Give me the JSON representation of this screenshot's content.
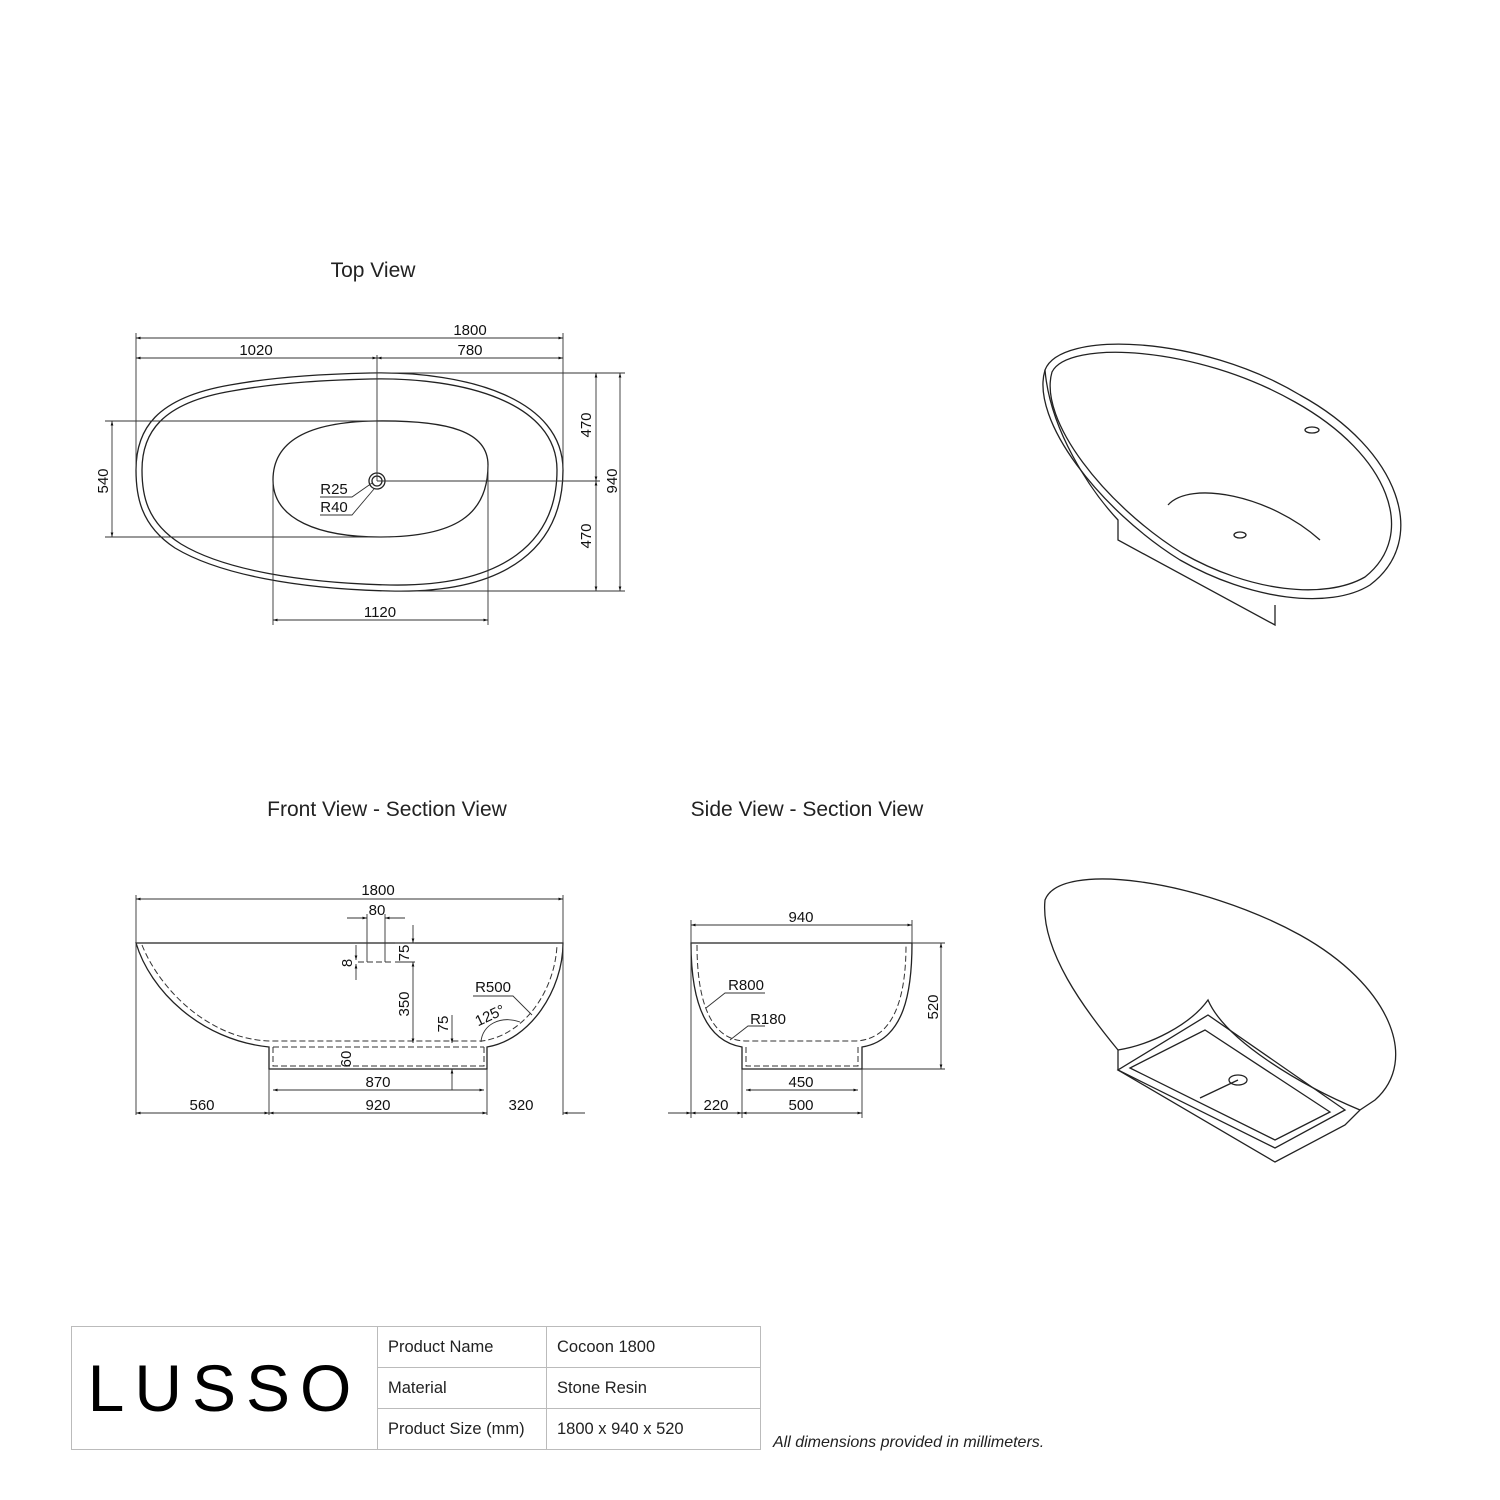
{
  "views": {
    "top": {
      "title": "Top View",
      "dims": {
        "overall_length": "1800",
        "left_to_drain": "1020",
        "drain_to_right": "780",
        "half_width_top": "470",
        "half_width_bottom": "470",
        "overall_width": "940",
        "basin_width": "540",
        "basin_length": "1120",
        "drain_inner_radius": "R25",
        "drain_outer_radius": "R40"
      }
    },
    "front": {
      "title": "Front View - Section View",
      "dims": {
        "overall_length": "1800",
        "overflow_width": "80",
        "overflow_height": "8",
        "overflow_depth": "75",
        "overflow_to_floor": "350",
        "floor_thickness": "75",
        "rim_radius": "R500",
        "angle": "125°",
        "plinth_height": "60",
        "plinth_inner": "870",
        "left_offset": "560",
        "plinth_length": "920",
        "right_offset": "320"
      }
    },
    "side": {
      "title": "Side View - Section View",
      "dims": {
        "overall_width": "940",
        "wall_radius": "R800",
        "corner_radius": "R180",
        "height": "520",
        "plinth_inner": "450",
        "left_offset": "220",
        "plinth_width": "500"
      }
    }
  },
  "spec_table": {
    "logo": "LUSSO",
    "rows": [
      {
        "label": "Product Name",
        "value": "Cocoon 1800"
      },
      {
        "label": "Material",
        "value": "Stone Resin"
      },
      {
        "label": "Product Size (mm)",
        "value": "1800 x 940 x 520"
      }
    ]
  },
  "note": "All dimensions provided in millimeters."
}
